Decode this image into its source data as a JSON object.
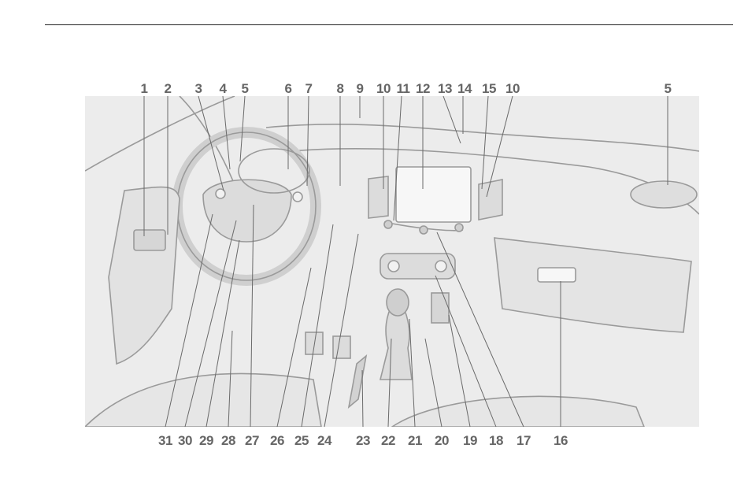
{
  "callouts_top": [
    "1",
    "2",
    "3",
    "4",
    "5",
    "6",
    "7",
    "8",
    "9",
    "10",
    "11",
    "12",
    "13",
    "14",
    "15",
    "10",
    "5"
  ],
  "callouts_bottom": [
    "31",
    "30",
    "29",
    "28",
    "27",
    "26",
    "25",
    "24",
    "23",
    "22",
    "21",
    "20",
    "19",
    "18",
    "17",
    "16"
  ],
  "colors": {
    "background": "#ececec",
    "lines": "#8a8a8a",
    "labels": "#666666"
  }
}
